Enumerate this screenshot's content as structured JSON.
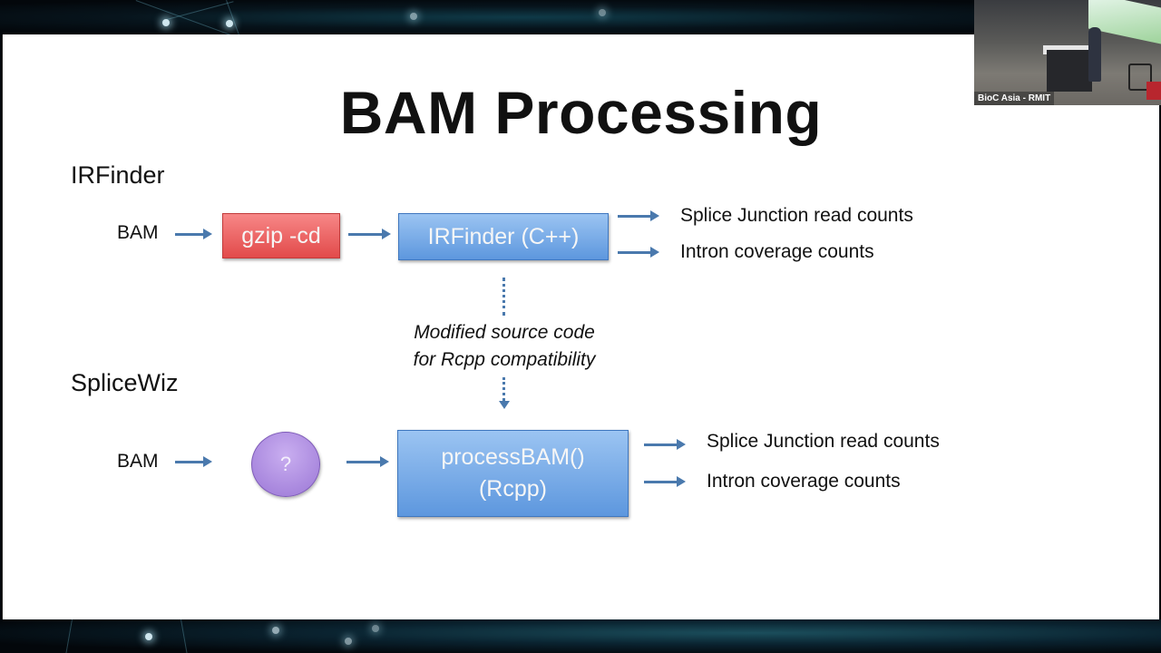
{
  "slide": {
    "title": "BAM Processing",
    "sections": {
      "top": "IRFinder",
      "bottom": "SpliceWiz"
    },
    "top_pipeline": {
      "input_label": "BAM",
      "step1": "gzip -cd",
      "step2": "IRFinder (C++)",
      "outputs": [
        "Splice Junction read counts",
        "Intron coverage counts"
      ]
    },
    "connector_note": {
      "line1": "Modified source code",
      "line2": "for Rcpp compatibility"
    },
    "bottom_pipeline": {
      "input_label": "BAM",
      "unknown_step": "?",
      "step2_line1": "processBAM()",
      "step2_line2": "(Rcpp)",
      "outputs": [
        "Splice Junction read counts",
        "Intron coverage counts"
      ]
    },
    "colors": {
      "red_box": "#e8595a",
      "blue_box": "#6fa3e4",
      "purple_circle": "#b195e6",
      "arrow": "#4a79ad"
    }
  },
  "video_overlay": {
    "label": "BioC Asia - RMIT"
  }
}
